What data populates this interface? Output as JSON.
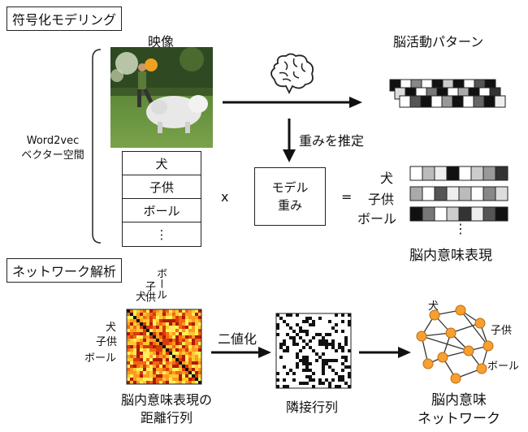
{
  "section1": {
    "title": "符号化モデリング"
  },
  "section2": {
    "title": "ネットワーク解析"
  },
  "video": {
    "label": "映像"
  },
  "brain_pattern": {
    "label": "脳活動パターン"
  },
  "estimate": {
    "label": "重みを推定"
  },
  "word2vec": {
    "line1": "Word2vec",
    "line2": "ベクター空間"
  },
  "words": [
    "犬",
    "子供",
    "ボール",
    "⋮"
  ],
  "multiply": "x",
  "model": {
    "line1": "モデル",
    "line2": "重み"
  },
  "equals": "=",
  "brain_rep": {
    "labels": [
      "犬",
      "子供",
      "ボール"
    ],
    "dots": "⋮",
    "title": "脳内意味表現"
  },
  "distance_matrix": {
    "col_labels": [
      "犬",
      "子供",
      "ボール"
    ],
    "row_labels": [
      "犬",
      "子供",
      "ボール"
    ],
    "caption_line1": "脳内意味表現の",
    "caption_line2": "距離行列"
  },
  "binarize": {
    "label": "二値化"
  },
  "adjacency": {
    "caption": "隣接行列"
  },
  "network": {
    "labels": [
      "犬",
      "子供",
      "ボール"
    ],
    "caption_line1": "脳内意味",
    "caption_line2": "ネットワーク",
    "node_color": "#f5a030"
  }
}
